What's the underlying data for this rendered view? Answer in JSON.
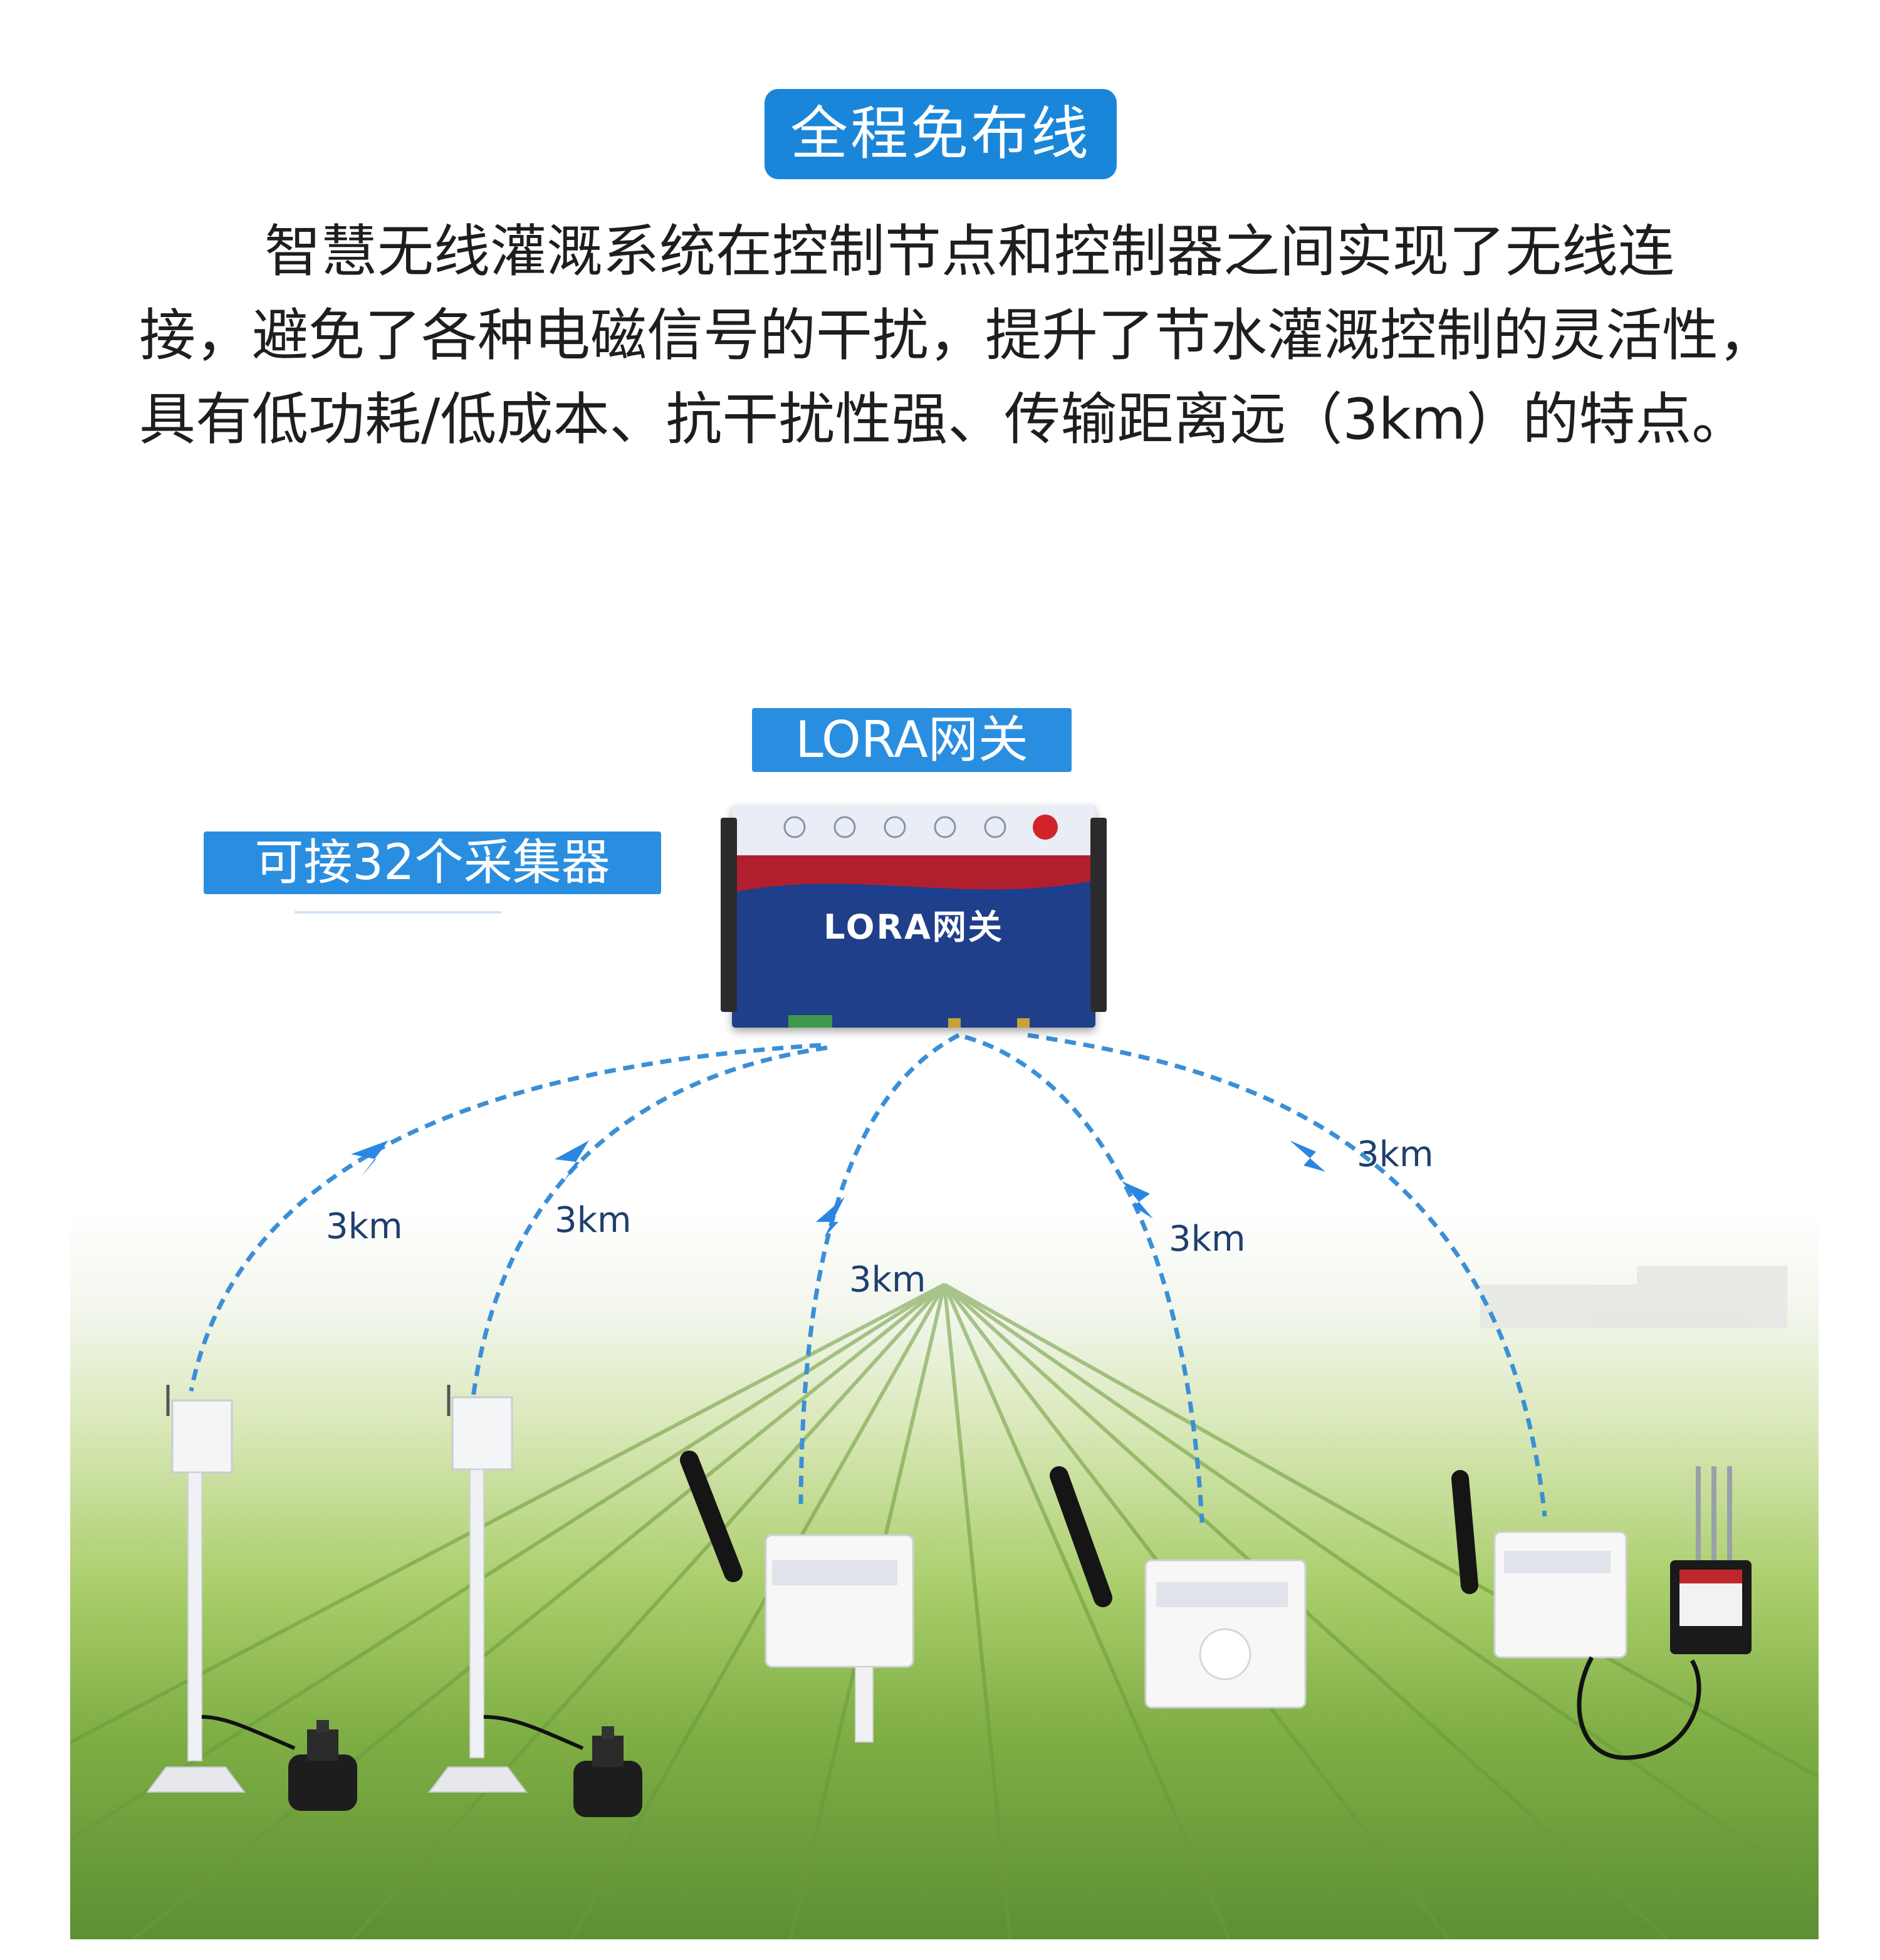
{
  "header": {
    "title": "全程免布线",
    "description": "智慧无线灌溉系统在控制节点和控制器之间实现了无线连接，避免了各种电磁信号的干扰，提升了节水灌溉控制的灵活性，具有低功耗/低成本、抗干扰性强、传输距离远（3km）的特点。"
  },
  "diagram": {
    "gateway_label": "LORA网关",
    "collectors_label": "可接32个采集器",
    "device_brand": "LORA网关",
    "distance_labels": [
      "3km",
      "3km",
      "3km",
      "3km",
      "3km"
    ]
  },
  "colors": {
    "badge": "#1a86d9",
    "tag": "#2a8ee0",
    "link": "#3b8fd6",
    "gateway": "#1c3f8f"
  },
  "icons": [
    "gateway-device-icon",
    "wireless-node-icon",
    "solenoid-valve-icon",
    "soil-probe-icon",
    "antenna-icon"
  ]
}
